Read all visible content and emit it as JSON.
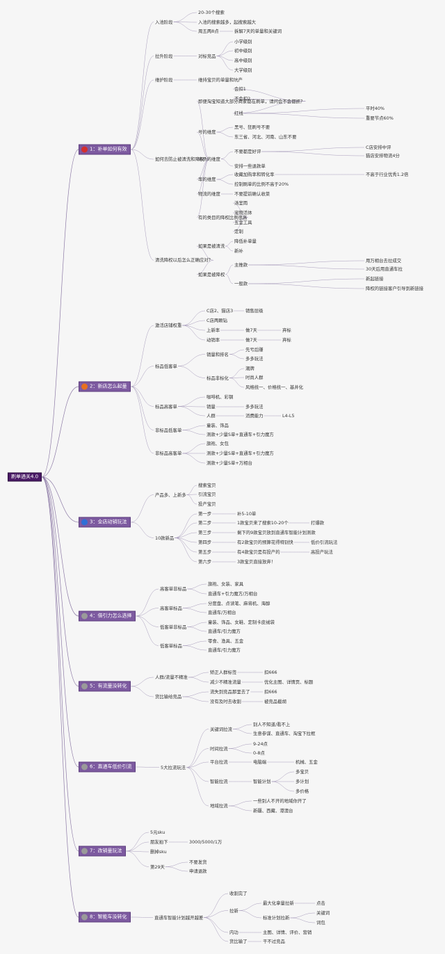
{
  "tree": {
    "root": {
      "label": "刷单通关4.0"
    },
    "branches": [
      {
        "label": "1：补单如何有效",
        "icon": "red-circle-icon",
        "color": "#d32f2f",
        "children": [
          {
            "label": "入池阶段",
            "children": [
              {
                "label": "20-30个搜索"
              },
              {
                "label": "入池的搜索越多，起搜索越大"
              },
              {
                "label": "周五两8点",
                "children": [
                  {
                    "label": "拆解7天的单量和关键词"
                  }
                ]
              }
            ]
          },
          {
            "label": "拉升阶段",
            "children": [
              {
                "label": "对标竞品",
                "children": [
                  {
                    "label": "小学级别"
                  },
                  {
                    "label": "初中级别"
                  },
                  {
                    "label": "高中级别"
                  },
                  {
                    "label": "大学级别"
                  }
                ]
              }
            ]
          },
          {
            "label": "维护阶段",
            "children": [
              {
                "label": "维持宝贝的单量和坑产"
              }
            ]
          },
          {
            "label": "如何去防止被清洗和降权？",
            "children": [
              {
                "label": "即便淘宝知道大部分商家都在刷单，请问会不会都抓？",
                "children": [
                  {
                    "label": "会扣1"
                  },
                  {
                    "label": "不会扣2"
                  },
                  {
                    "label": "红线",
                    "children": [
                      {
                        "label": "平时40%"
                      },
                      {
                        "label": "重要节点60%"
                      }
                    ]
                  }
                ]
              },
              {
                "label": "号的维度",
                "children": [
                  {
                    "label": "黑号、狂刷号不要"
                  },
                  {
                    "label": "东三省、河北、河南、山东不要"
                  }
                ]
              },
              {
                "label": "评价的维度",
                "children": [
                  {
                    "label": "不要都是好评",
                    "children": [
                      {
                        "label": "C店安排中评"
                      },
                      {
                        "label": "猫店安排物流4分"
                      }
                    ]
                  },
                  {
                    "label": "安排一些退款单"
                  }
                ]
              },
              {
                "label": "率的维度",
                "children": [
                  {
                    "label": "收藏加购率和转化率",
                    "children": [
                      {
                        "label": "不高于行业优秀1.2倍"
                      }
                    ]
                  },
                  {
                    "label": "控制刷单的比例不高于20%"
                  }
                ]
              },
              {
                "label": "物流的维度",
                "children": [
                  {
                    "label": "不要提前确认收菜"
                  }
                ]
              },
              {
                "label": "有的类目的降权比例很高",
                "children": [
                  {
                    "label": "汤室雨"
                  },
                  {
                    "label": "宠物活体"
                  },
                  {
                    "label": "五金工具"
                  },
                  {
                    "label": "定制"
                  }
                ]
              }
            ]
          },
          {
            "label": "清洗降权以后怎么正确应对？",
            "children": [
              {
                "label": "如果是被清洗",
                "children": [
                  {
                    "label": "降低补单量"
                  },
                  {
                    "label": "新补"
                  }
                ]
              },
              {
                "label": "如果是被降权",
                "children": [
                  {
                    "label": "主推款",
                    "children": [
                      {
                        "label": "用万相台去拉成交"
                      },
                      {
                        "label": "30天后用直通车拉"
                      }
                    ]
                  },
                  {
                    "label": "一般款",
                    "children": [
                      {
                        "label": "新起链接"
                      },
                      {
                        "label": "降权的链接客户引导到新链接"
                      }
                    ]
                  }
                ]
              }
            ]
          }
        ]
      },
      {
        "label": "2：新店怎么起量",
        "icon": "orange-circle-icon",
        "color": "#e8701f",
        "children": [
          {
            "label": "激活店铺权重",
            "children": [
              {
                "label": "C店2、猫店3",
                "children": [
                  {
                    "label": "销售层级"
                  }
                ]
              },
              {
                "label": "C店两颗钻"
              },
              {
                "label": "上新率",
                "children": [
                  {
                    "label": "做7天",
                    "children": [
                      {
                        "label": "弃标"
                      }
                    ]
                  }
                ]
              },
              {
                "label": "动销率",
                "children": [
                  {
                    "label": "做7天",
                    "children": [
                      {
                        "label": "弃标"
                      }
                    ]
                  }
                ]
              }
            ]
          },
          {
            "label": "标品低客单",
            "children": [
              {
                "label": "销量和排名",
                "children": [
                  {
                    "label": "先亏后赚"
                  },
                  {
                    "label": "多多玩法"
                  }
                ]
              },
              {
                "label": "标品非标化",
                "children": [
                  {
                    "label": "潮牌"
                  },
                  {
                    "label": "时尚人群"
                  },
                  {
                    "label": "风格统一、价格统一、基并化"
                  }
                ]
              }
            ]
          },
          {
            "label": "标品高客单",
            "children": [
              {
                "label": "咖啡机、彩钢"
              },
              {
                "label": "销量",
                "children": [
                  {
                    "label": "多多玩法"
                  }
                ]
              },
              {
                "label": "人群",
                "children": [
                  {
                    "label": "消费能力",
                    "children": [
                      {
                        "label": "L4-L5"
                      }
                    ]
                  }
                ]
              }
            ]
          },
          {
            "label": "非标品低客单",
            "children": [
              {
                "label": "童装、饰品"
              },
              {
                "label": "测款+少量S单+直通车+引力魔方"
              }
            ]
          },
          {
            "label": "非标品高客单",
            "children": [
              {
                "label": "旗袍、女包"
              },
              {
                "label": "测款+少量S单+直通车+引力魔方"
              },
              {
                "label": "测款+少量S单+万相台"
              }
            ]
          }
        ]
      },
      {
        "label": "3：全店动销玩法",
        "icon": "blue-circle-icon",
        "color": "#2f6fd6",
        "children": [
          {
            "label": "产品多、上新多",
            "children": [
              {
                "label": "搜索宝贝"
              },
              {
                "label": "引流宝贝"
              },
              {
                "label": "投产宝贝"
              }
            ]
          },
          {
            "label": "10款新品",
            "children": [
              {
                "label": "第一步",
                "children": [
                  {
                    "label": "补5-10单"
                  }
                ]
              },
              {
                "label": "第二步",
                "children": [
                  {
                    "label": "1款宝贝来了搜索10-20个",
                    "children": [
                      {
                        "label": "打爆款"
                      }
                    ]
                  }
                ]
              },
              {
                "label": "第三步",
                "children": [
                  {
                    "label": "剩下的9款宝贝放到直通车智能计划测款"
                  }
                ]
              },
              {
                "label": "第四步",
                "children": [
                  {
                    "label": "有2款宝贝的预算花得特别快",
                    "children": [
                      {
                        "label": "低价引流玩法"
                      }
                    ]
                  }
                ]
              },
              {
                "label": "第五步",
                "children": [
                  {
                    "label": "有4款宝贝是有投产的",
                    "children": [
                      {
                        "label": "高投产玩法"
                      }
                    ]
                  }
                ]
              },
              {
                "label": "第六步",
                "children": [
                  {
                    "label": "3款宝贝直接放弃！"
                  }
                ]
              }
            ]
          }
        ]
      },
      {
        "label": "4：借引力怎么选择",
        "icon": "gray-circle-icon",
        "color": "#9a9a9a",
        "children": [
          {
            "label": "高客单非标品",
            "children": [
              {
                "label": "旗袍、女装、家具"
              },
              {
                "label": "直通车+引力魔方/万相台"
              }
            ]
          },
          {
            "label": "高客单标品",
            "children": [
              {
                "label": "分度盘、点读笔、麻将机、海醇"
              },
              {
                "label": "直通车/万相台"
              }
            ]
          },
          {
            "label": "低客单非标品",
            "children": [
              {
                "label": "童装、饰品、女鞋、定制卡皮绒袋"
              },
              {
                "label": "直通车/引力魔方"
              }
            ]
          },
          {
            "label": "低客单标品",
            "children": [
              {
                "label": "零食、渔具、五金"
              },
              {
                "label": "直通车/引力魔方"
              }
            ]
          }
        ]
      },
      {
        "label": "5：有流量没转化",
        "icon": "gray-circle-icon",
        "color": "#9a9a9a",
        "children": [
          {
            "label": "人群/流量不精准",
            "children": [
              {
                "label": "矫正人群标签",
                "children": [
                  {
                    "label": "扣666"
                  }
                ]
              },
              {
                "label": "减少不精准流量",
                "children": [
                  {
                    "label": "优化主图、详情页、标题"
                  }
                ]
              }
            ]
          },
          {
            "label": "货比输给竞品",
            "children": [
              {
                "label": "流失到竞品那里去了",
                "children": [
                  {
                    "label": "扣666"
                  }
                ]
              },
              {
                "label": "没有及时去收割",
                "children": [
                  {
                    "label": "被竞品截胡"
                  }
                ]
              }
            ]
          }
        ]
      },
      {
        "label": "6：直通车低价引流",
        "icon": "gray-circle-icon",
        "color": "#9a9a9a",
        "children": [
          {
            "label": "5大拉流玩法",
            "children": [
              {
                "label": "关键词拉流",
                "children": [
                  {
                    "label": "别人不知道/看不上"
                  },
                  {
                    "label": "生意参谋、直通车、淘宝下拉框"
                  }
                ]
              },
              {
                "label": "时间拉流",
                "children": [
                  {
                    "label": "9-24点"
                  },
                  {
                    "label": "0-8点"
                  }
                ]
              },
              {
                "label": "平台拉流",
                "children": [
                  {
                    "label": "电脑端",
                    "children": [
                      {
                        "label": "机械、五金"
                      }
                    ]
                  }
                ]
              },
              {
                "label": "智能拉流",
                "children": [
                  {
                    "label": "智能计划",
                    "children": [
                      {
                        "label": "多宝贝"
                      },
                      {
                        "label": "多计划"
                      },
                      {
                        "label": "多价格"
                      }
                    ]
                  }
                ]
              },
              {
                "label": "地域拉流",
                "children": [
                  {
                    "label": "一些别人不开的地域你开了"
                  },
                  {
                    "label": "新疆、西藏、港澳台"
                  }
                ]
              }
            ]
          }
        ]
      },
      {
        "label": "7：改销量玩法",
        "icon": "gray-circle-icon",
        "color": "#9a9a9a",
        "children": [
          {
            "label": "5元sku"
          },
          {
            "label": "朋友拍下",
            "children": [
              {
                "label": "3000/5000/1万"
              }
            ]
          },
          {
            "label": "删掉sku"
          },
          {
            "label": "第29天",
            "children": [
              {
                "label": "不要发货"
              },
              {
                "label": "申请退款"
              }
            ]
          }
        ]
      },
      {
        "label": "8：智能车没转化",
        "icon": "gray-circle-icon",
        "color": "#9a9a9a",
        "children": [
          {
            "label": "直通车智能计划越开越差",
            "children": [
              {
                "label": "收割完了"
              },
              {
                "label": "拉新",
                "children": [
                  {
                    "label": "最大化拿量拉新",
                    "children": [
                      {
                        "label": "点击"
                      }
                    ]
                  },
                  {
                    "label": "标准计划拉新",
                    "children": [
                      {
                        "label": "关键词"
                      },
                      {
                        "label": "词包"
                      }
                    ]
                  }
                ]
              },
              {
                "label": "内功",
                "children": [
                  {
                    "label": "主图、详情、评价、营销"
                  }
                ]
              },
              {
                "label": "货比输了",
                "children": [
                  {
                    "label": "干不过竞品"
                  }
                ]
              }
            ]
          }
        ]
      }
    ]
  }
}
